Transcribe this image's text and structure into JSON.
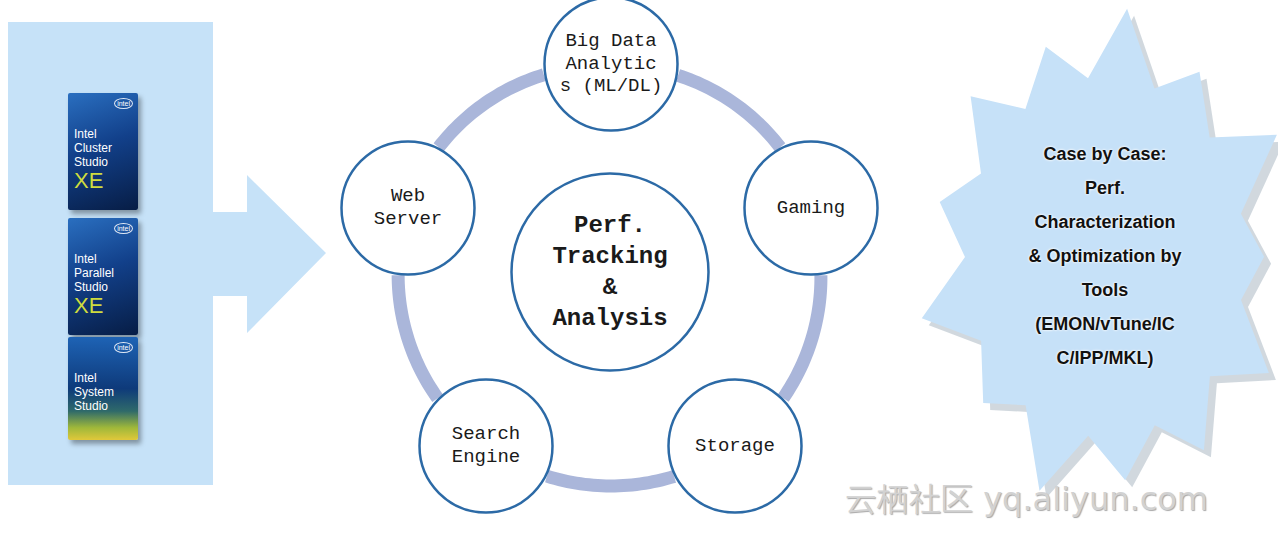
{
  "diagram": {
    "nodes": [
      {
        "text": [
          "intel",
          "Intel Cluster Studio",
          "XE"
        ]
      },
      {
        "text": [
          "intel",
          "Intel Parallel Studio",
          "XE"
        ]
      },
      {
        "text": [
          "intel",
          "Intel System Studio"
        ]
      },
      {
        "text": [
          "Big Data Analytic s (ML/DL)"
        ]
      },
      {
        "text": [
          "Web Server"
        ]
      },
      {
        "text": [
          "Perf. Tracking & Analysis"
        ]
      },
      {
        "text": [
          "Gaming"
        ]
      },
      {
        "text": [
          "Search Engine"
        ]
      },
      {
        "text": [
          "Storage"
        ]
      },
      {
        "text": [
          "Case by Case: Perf. Characterization & Optimization by Tools (EMON/vTune/IC C/IPP/MKL)"
        ]
      }
    ],
    "edges": [
      {
        "from": 3,
        "to": 6,
        "arrow": "none"
      },
      {
        "from": 6,
        "to": 8,
        "arrow": "none"
      },
      {
        "from": 8,
        "to": 7,
        "arrow": "none"
      },
      {
        "from": 7,
        "to": 4,
        "arrow": "none"
      },
      {
        "from": 4,
        "to": 3,
        "arrow": "none"
      }
    ],
    "labels": [
      "云栖社区 yq.aliyun.com"
    ]
  }
}
